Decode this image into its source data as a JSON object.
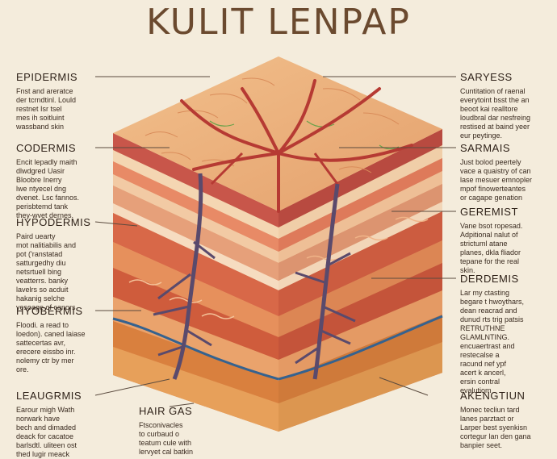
{
  "title": "KULIT LENPAP",
  "left_labels": [
    {
      "heading": "EPIDERMIS",
      "body": "Fnst and areratce\nder tcrndtinl. Lould\nrestnet Isr tsel\nmes ih soitluint\nwassband skin"
    },
    {
      "heading": "CODERMIS",
      "body": "Encit lepadly maith\ndlwdgred Uasir\nBloobre Inerry\nlwe ntyecel dng\ndvenet. Lsc fannos.\nperisbtemd tank\nthey-wvet dernes."
    },
    {
      "heading": "HYPODERMIS",
      "body": "Paird uearty\nmot nalitiabilis and\npot ('ranstatad\nsatturgedhy diu\nnetsrtuell bing\nveatterrs. banky\nlavelrs so acduit\nhakanig selche\nvesoage of canors"
    },
    {
      "heading": "HYOBERMIS",
      "body": "Floodi. a read to\nloedon). caned laiase\nsattecertas avr,\nerecere eissbo inr.\nnolemy ctr by mer\nore."
    },
    {
      "heading": "LEAUGRMIS",
      "body": "Earour migh Wath\nnorwark have\nbech and dimaded\ndeack for cacatoe\nbarlsdtl. uliteen ost\nthed lugir meack"
    }
  ],
  "right_labels": [
    {
      "heading": "SARYESS",
      "body": "Cuntitation of raenal\neverytoint bsst the an\nbeoot kai realltore\nloudbral dar nesfreing\nrestised at baind yeer\neur peytinge."
    },
    {
      "heading": "SARMAIS",
      "body": "Just bolod peertely\nvace a quaistry of can\nlase mesuer emnopler\nmpof finowerteantes\nor cagape genation"
    },
    {
      "heading": "GEREMIST",
      "body": "Vane bsot ropesad.\nAdpitional nalut of\nstrictuml atane\nplanes, dkla fliador\ntepane for the real\nskin."
    },
    {
      "heading": "DERDEMIS",
      "body": "Lar my ctasting\nbegare t hwoythars,\ndean reacrad and\ndunud rts trig patsis\nRETRUTHNE\nGLAMLNTING.\nencuaertrast and\nrestecalse a\nracund nef ypf\nacert k ancerl,\nersin contral\nevalutiom"
    },
    {
      "heading": "AKENGTIUN",
      "body": "Monec tecliun tard\nlanes parztact or\nLarper best syenkisn\ncortegur lan den gana\nbanpier seet."
    }
  ],
  "bottom_label": {
    "heading": "HAIR GAS",
    "body": "Ftsconivacles\nto curbaud o\nteatum cule with\nlervyet cal batkin"
  },
  "colors": {
    "background": "#f4ecdc",
    "top_face": "#eab27e",
    "vessel_red": "#b63a33",
    "vessel_purple": "#5a4a6c",
    "blue_line": "#35628f",
    "leader_line": "#5a4a3e"
  }
}
